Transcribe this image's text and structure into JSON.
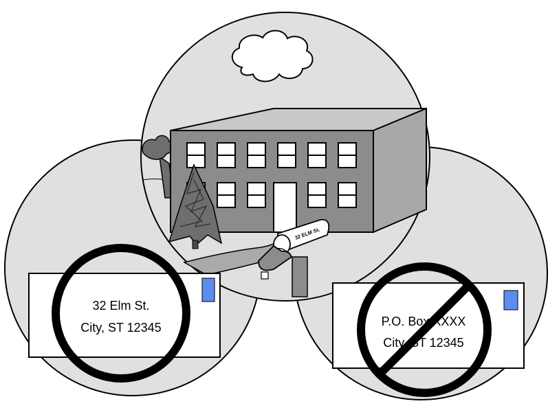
{
  "colors": {
    "circle_fill": "#e0e0e0",
    "building_front": "#8c8c8c",
    "building_side": "#a8a8a8",
    "building_roof": "#c8c8c8",
    "stamp": "#5b8def",
    "tree": "#6e6e6e",
    "ring": "#000000"
  },
  "mailbox": {
    "label": "32 ELM St."
  },
  "envelopes": {
    "valid": {
      "line1": "32 Elm St.",
      "line2": "City, ST  12345",
      "marker": "ring-icon"
    },
    "invalid": {
      "line1": "P.O. Box XXXX",
      "line2": "City, ST  12345",
      "marker": "prohibited-icon"
    }
  }
}
